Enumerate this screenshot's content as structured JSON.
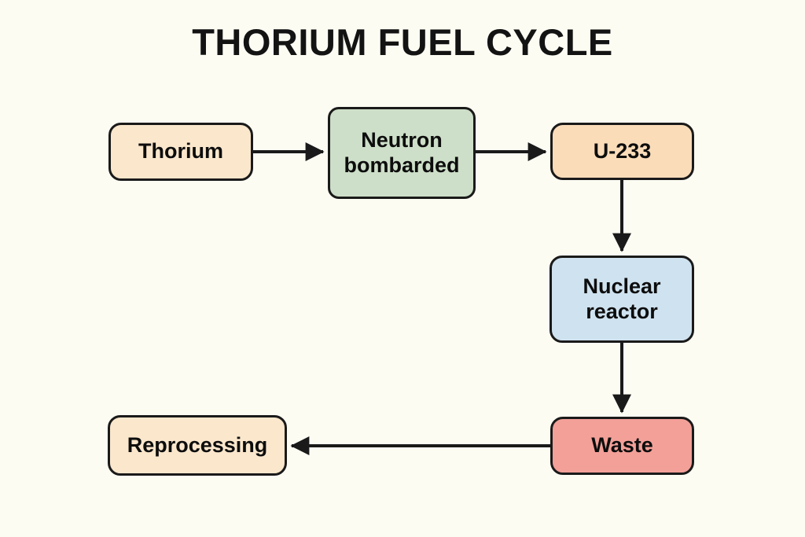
{
  "page": {
    "title": "THORIUM FUEL CYCLE",
    "background_color": "#fdfcf3",
    "text_color": "#0d0d0d",
    "stroke_color": "#1a1a1a"
  },
  "diagram": {
    "type": "flowchart",
    "orientation": "mixed",
    "nodes": [
      {
        "id": "thorium",
        "label": "Thorium",
        "fill": "#fae7cc",
        "shape": "rounded-rect"
      },
      {
        "id": "neutron",
        "label": "Neutron bombarded",
        "line1": "Neutron",
        "line2": "bombarded",
        "fill": "#cddfc8",
        "shape": "rounded-rect"
      },
      {
        "id": "u233",
        "label": "U-233",
        "fill": "#fadcb9",
        "shape": "rounded-rect"
      },
      {
        "id": "reactor",
        "label": "Nuclear reactor",
        "line1": "Nuclear",
        "line2": "reactor",
        "fill": "#cfe2ef",
        "shape": "rounded-rect"
      },
      {
        "id": "waste",
        "label": "Waste",
        "fill": "#f3a098",
        "shape": "rounded-rect"
      },
      {
        "id": "reprocessing",
        "label": "Reprocessing",
        "fill": "#fae7cc",
        "shape": "rounded-rect"
      }
    ],
    "edges": [
      {
        "id": "thorium-to-neutron",
        "from": "thorium",
        "to": "neutron",
        "direction": "right"
      },
      {
        "id": "neutron-to-u233",
        "from": "neutron",
        "to": "u233",
        "direction": "right"
      },
      {
        "id": "u233-to-reactor",
        "from": "u233",
        "to": "reactor",
        "direction": "down"
      },
      {
        "id": "reactor-to-waste",
        "from": "reactor",
        "to": "waste",
        "direction": "down"
      },
      {
        "id": "waste-to-reprocessing",
        "from": "waste",
        "to": "reprocessing",
        "direction": "left"
      }
    ]
  }
}
